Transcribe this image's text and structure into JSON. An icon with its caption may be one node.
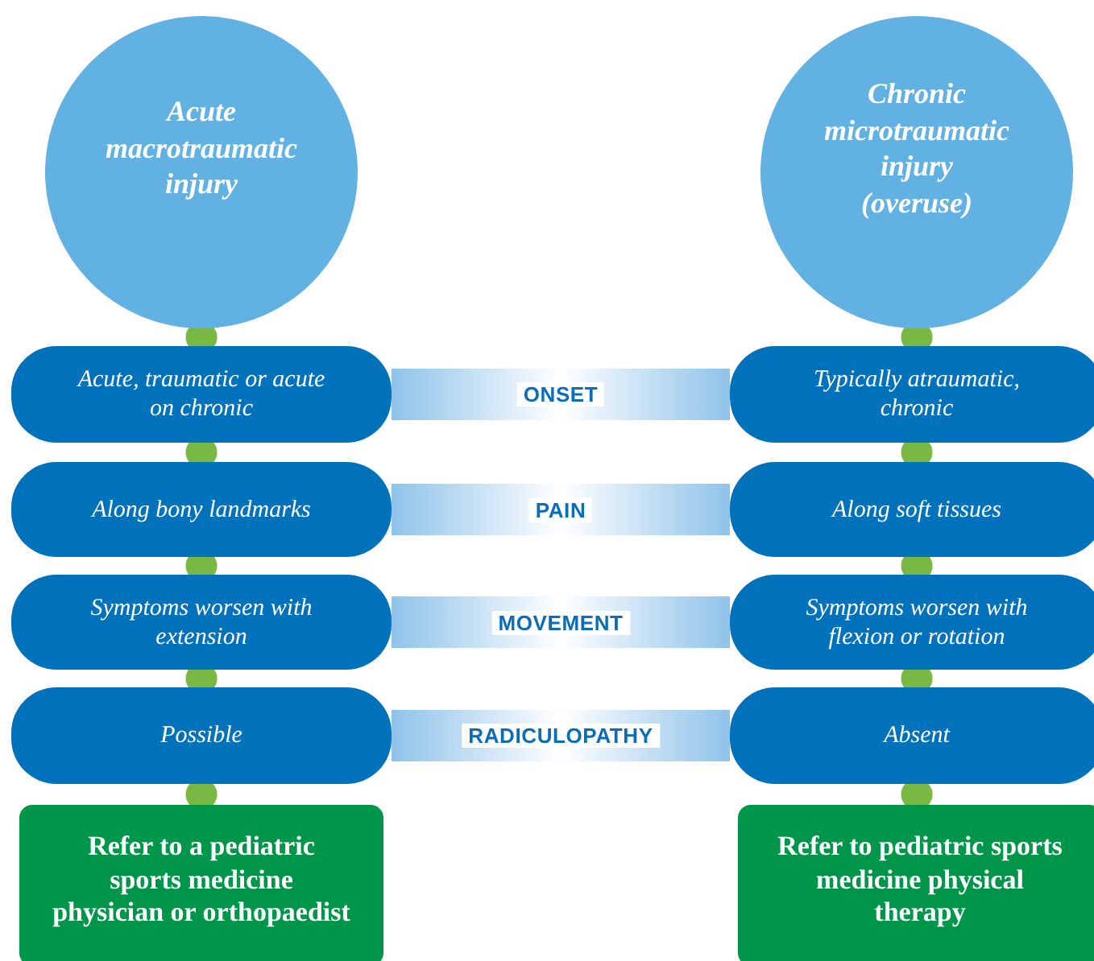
{
  "diagram": {
    "nodes": [
      {
        "text": [
          "Acute macrotraumatic injury"
        ]
      },
      {
        "text": [
          "Acute, traumatic or acute on chronic"
        ]
      },
      {
        "text": [
          "Along bony landmarks"
        ]
      },
      {
        "text": [
          "Symptoms worsen with extension"
        ]
      },
      {
        "text": [
          "Possible"
        ]
      },
      {
        "text": [
          "Refer to a pediatric sports medicine physician or orthopaedist"
        ]
      },
      {
        "text": [
          "Chronic microtraumatic injury (overuse)"
        ]
      },
      {
        "text": [
          "Typically atraumatic, chronic"
        ]
      },
      {
        "text": [
          "Along soft tissues"
        ]
      },
      {
        "text": [
          "Symptoms worsen with flexion or rotation"
        ]
      },
      {
        "text": [
          "Absent"
        ]
      },
      {
        "text": [
          "Refer to pediatric sports medicine physical therapy"
        ]
      }
    ],
    "edges": [
      {
        "from": 0,
        "to": 1,
        "arrow": "other"
      },
      {
        "from": 1,
        "to": 2,
        "arrow": "other"
      },
      {
        "from": 2,
        "to": 3,
        "arrow": "other"
      },
      {
        "from": 3,
        "to": 4,
        "arrow": "other"
      },
      {
        "from": 4,
        "to": 5,
        "arrow": "other"
      },
      {
        "from": 6,
        "to": 7,
        "arrow": "other"
      },
      {
        "from": 7,
        "to": 8,
        "arrow": "other"
      },
      {
        "from": 8,
        "to": 9,
        "arrow": "other"
      },
      {
        "from": 9,
        "to": 10,
        "arrow": "other"
      },
      {
        "from": 10,
        "to": 11,
        "arrow": "other"
      },
      {
        "from": 1,
        "to": 7,
        "arrow": "none",
        "label": "ONSET",
        "style": "thick"
      },
      {
        "from": 2,
        "to": 8,
        "arrow": "none",
        "label": "PAIN",
        "style": "thick"
      },
      {
        "from": 3,
        "to": 9,
        "arrow": "none",
        "label": "MOVEMENT",
        "style": "thick"
      },
      {
        "from": 4,
        "to": 10,
        "arrow": "none",
        "label": "RADICULOPATHY",
        "style": "thick"
      }
    ]
  }
}
